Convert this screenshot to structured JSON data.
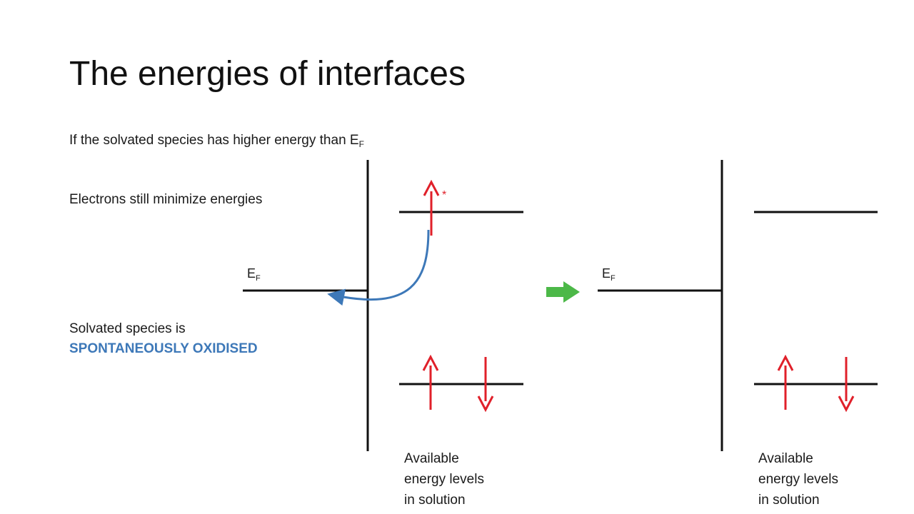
{
  "title": "The energies of interfaces",
  "condition": {
    "text": "If the solvated species has higher energy than E",
    "subscript": "F"
  },
  "note_1": "Electrons still minimize energies",
  "note_2": {
    "line1": "Solvated species is",
    "line2": "SPONTANEOUSLY OXIDISED",
    "highlight_color": "#3d78b8"
  },
  "fermi_label": {
    "main": "E",
    "sub": "F"
  },
  "excited_marker": "*",
  "caption": {
    "line1": "Available",
    "line2": "energy levels",
    "line3": "in solution"
  },
  "colors": {
    "electron_arrow": "#e0202a",
    "transfer_arrow": "#3d78b8",
    "process_arrow": "#4cb848",
    "level_line": "#111111"
  }
}
